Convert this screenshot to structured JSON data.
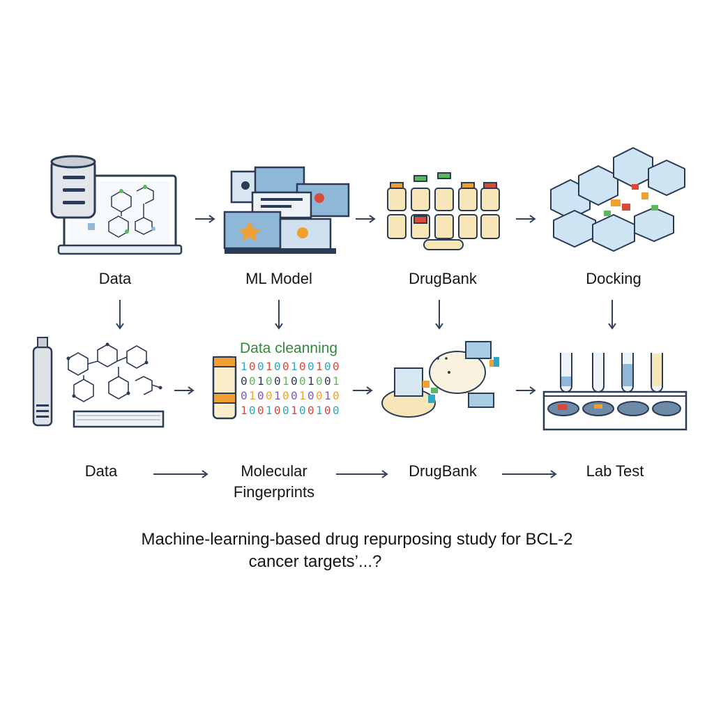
{
  "top_row": [
    {
      "label": "Data"
    },
    {
      "label": "ML Model"
    },
    {
      "label": "DrugBank"
    },
    {
      "label": "Docking"
    }
  ],
  "bottom_row": [
    {
      "label": "Data"
    },
    {
      "label_line1": "Molecular",
      "label_line2": "Fingerprints"
    },
    {
      "label": "DrugBank"
    },
    {
      "label": "Lab Test"
    }
  ],
  "cleaning_title": "Data cleanning",
  "caption": {
    "line1": "Machine-learning-based drug repurposing study for BCL-2",
    "line2": "cancer targets’...?"
  },
  "colors": {
    "outline": "#2b3a55",
    "arrow": "#34425e",
    "screen_blue": "#8fb8d8",
    "accent_orange": "#f0a030",
    "accent_green": "#5bb85c",
    "accent_red": "#d84a3a"
  }
}
